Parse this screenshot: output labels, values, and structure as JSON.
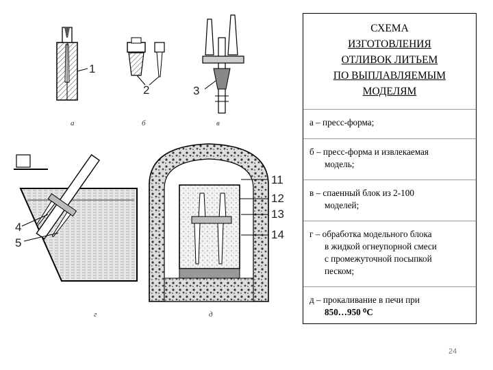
{
  "figure": {
    "callouts": [
      "1",
      "2",
      "3",
      "4",
      "5",
      "11",
      "12",
      "13",
      "14"
    ],
    "sublabels": [
      "а",
      "б",
      "в",
      "г",
      "д"
    ]
  },
  "panel": {
    "title_lines": [
      "СХЕМА",
      "ИЗГОТОВЛЕНИЯ",
      "ОТЛИВОК ЛИТЬЕМ",
      "ПО ВЫПЛАВЛЯЕМЫМ",
      "МОДЕЛЯМ"
    ],
    "items": [
      {
        "first": "а – пресс-форма;",
        "cont": []
      },
      {
        "first": "б – пресс-форма и извлекаемая",
        "cont": [
          "модель;"
        ]
      },
      {
        "first": "в – спаенный блок из 2-100",
        "cont": [
          "моделей;"
        ]
      },
      {
        "first": "г – обработка модельного блока",
        "cont": [
          "в жидкой огнеупорной смеси",
          "с промежуточной посыпкой",
          "песком;"
        ]
      },
      {
        "first": "д – прокаливание в печи при",
        "cont": [
          "850…950 ⁰С"
        ]
      }
    ]
  },
  "page_number": "24"
}
